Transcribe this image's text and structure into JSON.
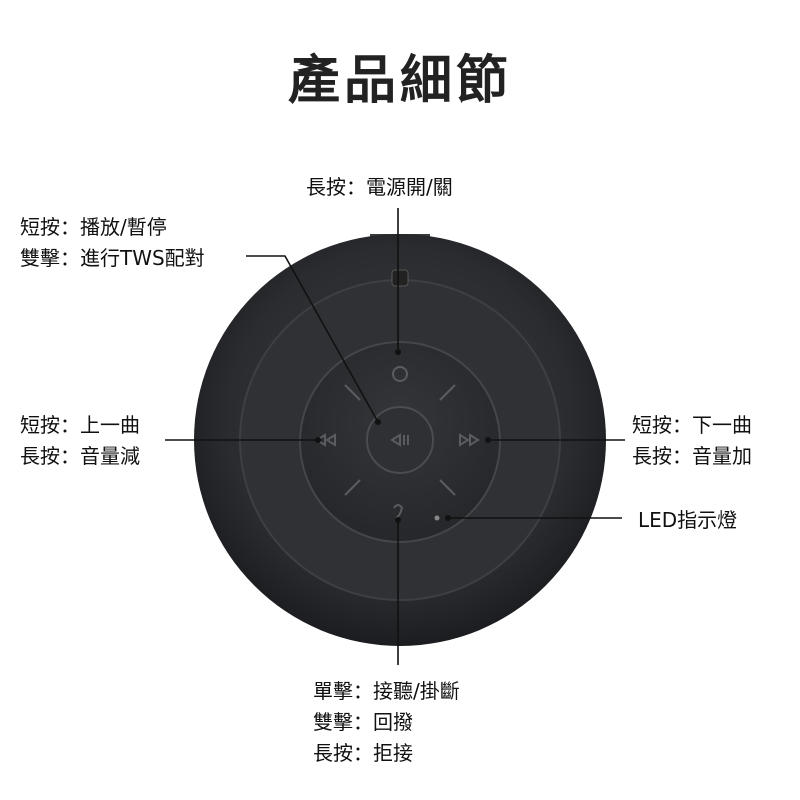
{
  "title": "產品細節",
  "labels": {
    "power": [
      "長按：電源開/關"
    ],
    "play": [
      "短按：播放/暫停",
      "雙擊：進行TWS配對"
    ],
    "prev": [
      "短按：上一曲",
      "長按：音量減"
    ],
    "next": [
      "短按：下一曲",
      "長按：音量加"
    ],
    "led": [
      "LED指示燈"
    ],
    "call": [
      "單擊：接聽/掛斷",
      "雙擊：回撥",
      "長按：拒接"
    ]
  },
  "colors": {
    "speaker_body": "#2b2d31",
    "line": "#111111"
  }
}
